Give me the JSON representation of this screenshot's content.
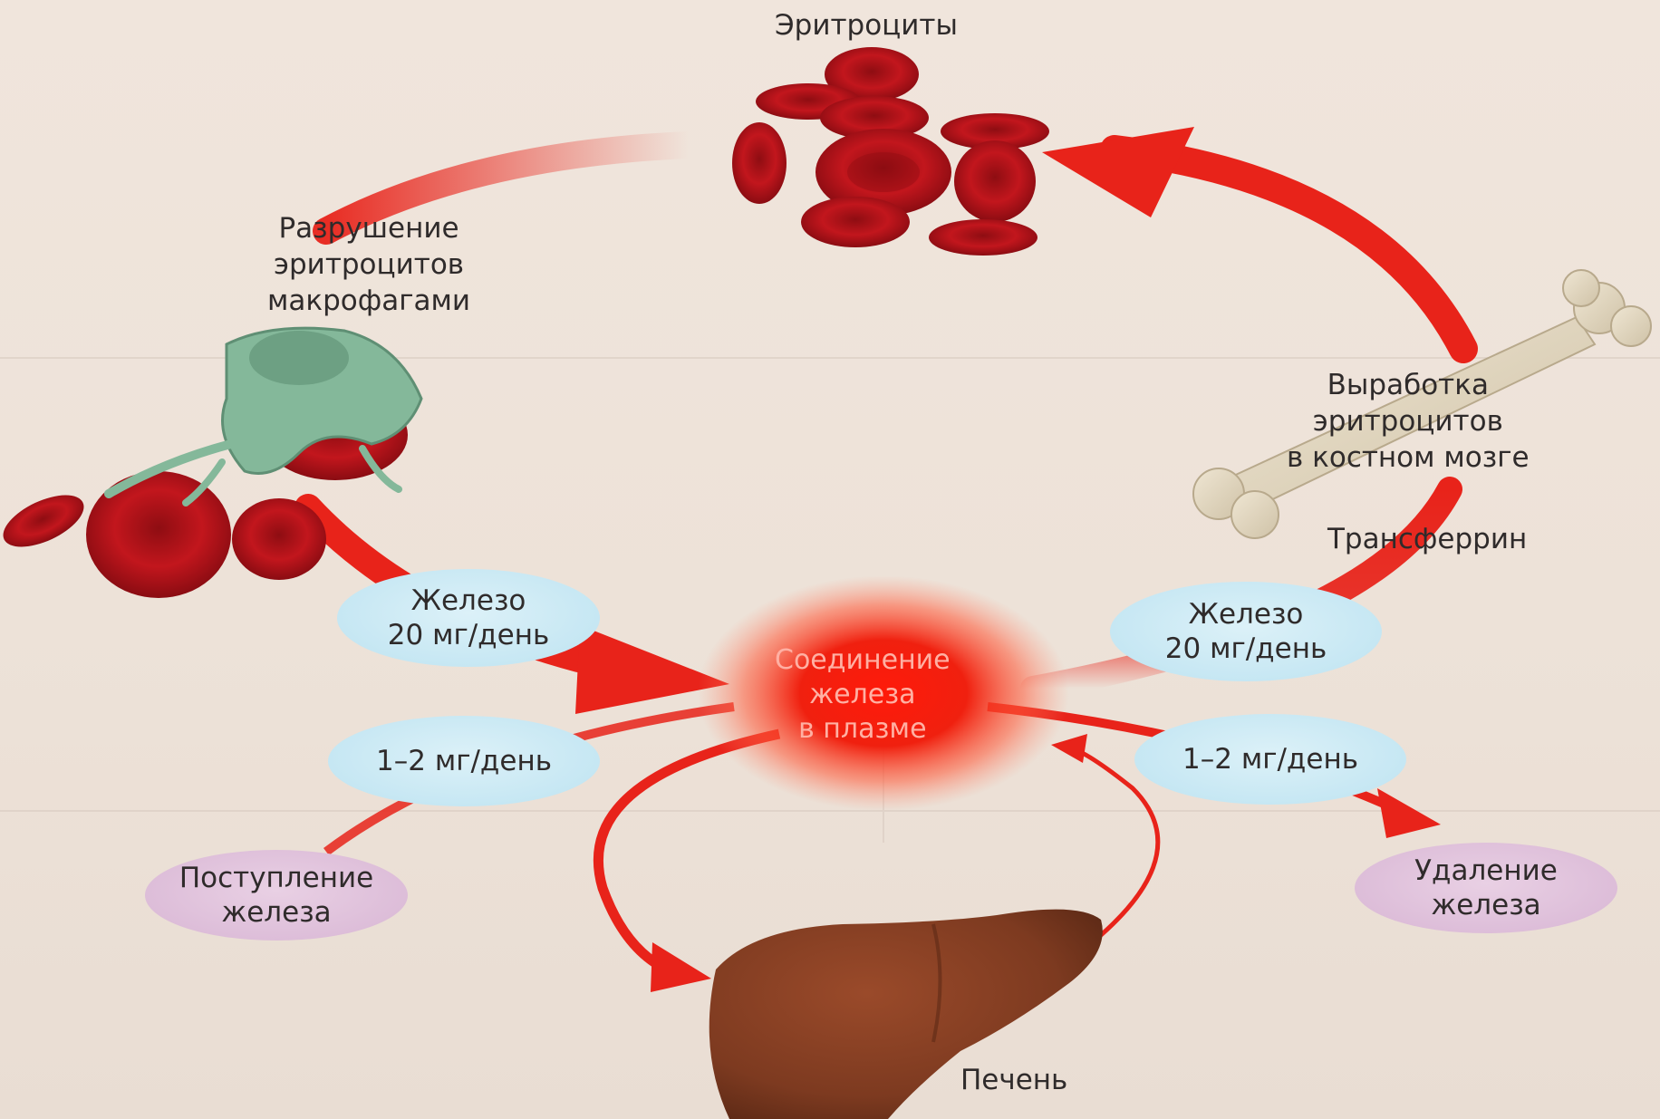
{
  "labels": {
    "erythrocytes": "Эритроциты",
    "destruction": [
      "Разрушение",
      "эритроцитов",
      "макрофагами"
    ],
    "production": [
      "Выработка",
      "эритроцитов",
      "в костном мозге"
    ],
    "transferrin": "Трансферрин",
    "plasma": [
      "Соединение",
      "железа",
      "в плазме"
    ],
    "liver": "Печень"
  },
  "bubbles": {
    "iron_left": [
      "Железо",
      "20 мг/день"
    ],
    "iron_right": [
      "Железо",
      "20 мг/день"
    ],
    "intake_rate": [
      "1–2 мг/день"
    ],
    "removal_rate": [
      "1–2 мг/день"
    ],
    "intake": [
      "Поступление",
      "железа"
    ],
    "removal": [
      "Удаление",
      "железа"
    ]
  },
  "colors": {
    "arrow": "#e8231a",
    "cell": "#b3121a",
    "liver": "#7d3a20",
    "bone": "#e3d8c2",
    "macrophage": "#7fb596",
    "bubble_blue": "#c6e7f3",
    "bubble_pink": "#dcbcd8"
  }
}
